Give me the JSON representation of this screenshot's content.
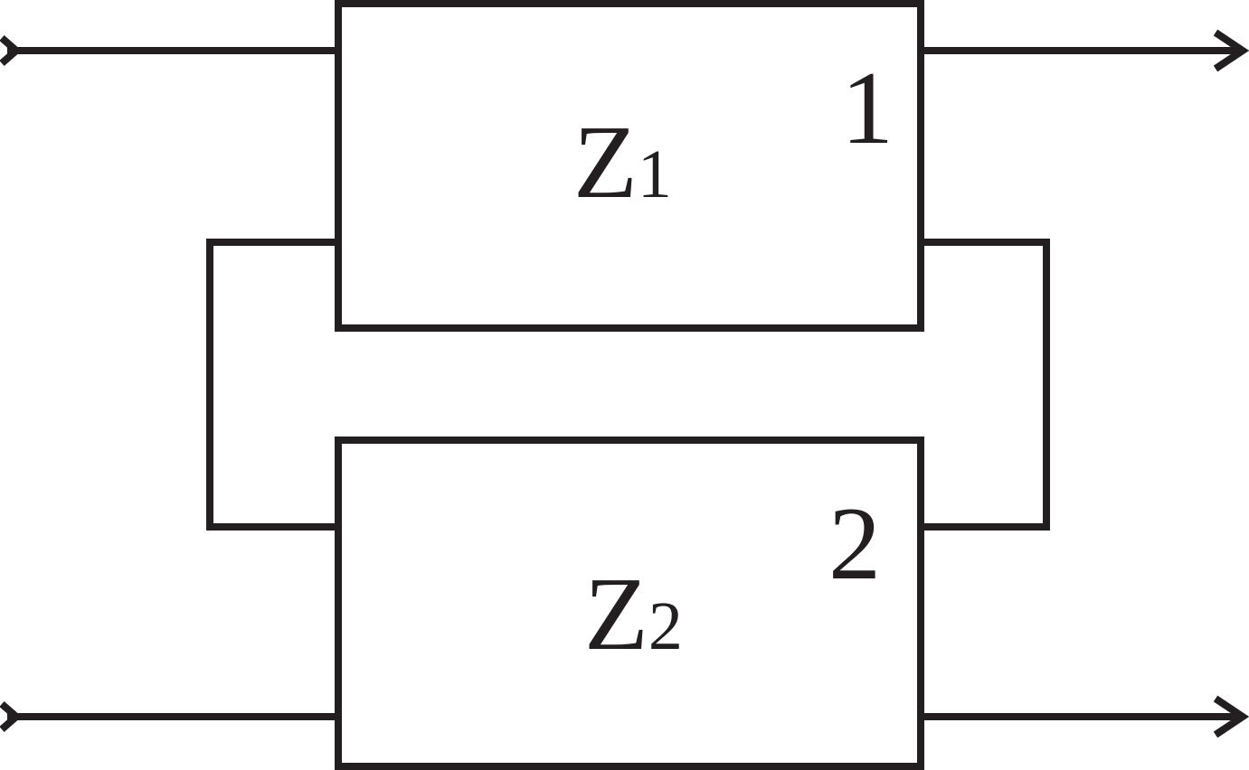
{
  "blocks": [
    {
      "symbol": "Z",
      "subscript": "1",
      "number": "1"
    },
    {
      "symbol": "Z",
      "subscript": "2",
      "number": "2"
    }
  ],
  "colors": {
    "line": "#231f20",
    "background": "#ffffff"
  }
}
